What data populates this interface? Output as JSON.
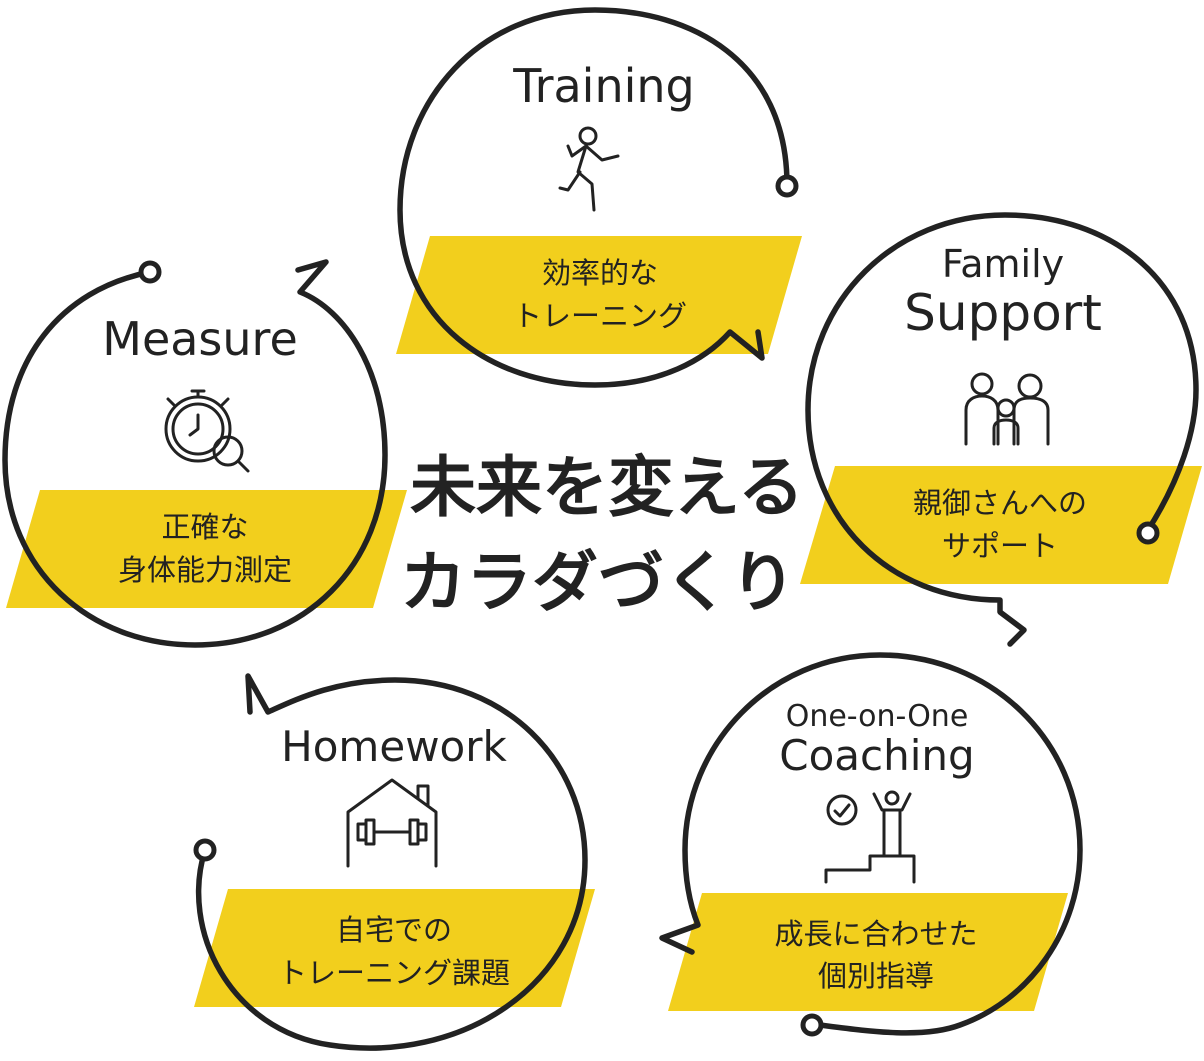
{
  "center": {
    "line1": "未来を変える",
    "line2": "カラダづくり"
  },
  "nodes": {
    "training": {
      "title": "Training",
      "desc_line1": "効率的な",
      "desc_line2": "トレーニング",
      "icon": "running-person-icon"
    },
    "family": {
      "title_line1": "Family",
      "title_line2": "Support",
      "desc_line1": "親御さんへの",
      "desc_line2": "サポート",
      "icon": "family-icon"
    },
    "coaching": {
      "title_line1": "One-on-One",
      "title_line2": "Coaching",
      "desc_line1": "成長に合わせた",
      "desc_line2": "個別指導",
      "icon": "podium-check-icon"
    },
    "homework": {
      "title": "Homework",
      "desc_line1": "自宅での",
      "desc_line2": "トレーニング課題",
      "icon": "home-dumbbell-icon"
    },
    "measure": {
      "title": "Measure",
      "desc_line1": "正確な",
      "desc_line2": "身体能力測定",
      "icon": "stopwatch-magnifier-icon"
    }
  },
  "colors": {
    "accent": "#f2cf1d",
    "ink": "#222222",
    "background": "#ffffff"
  }
}
